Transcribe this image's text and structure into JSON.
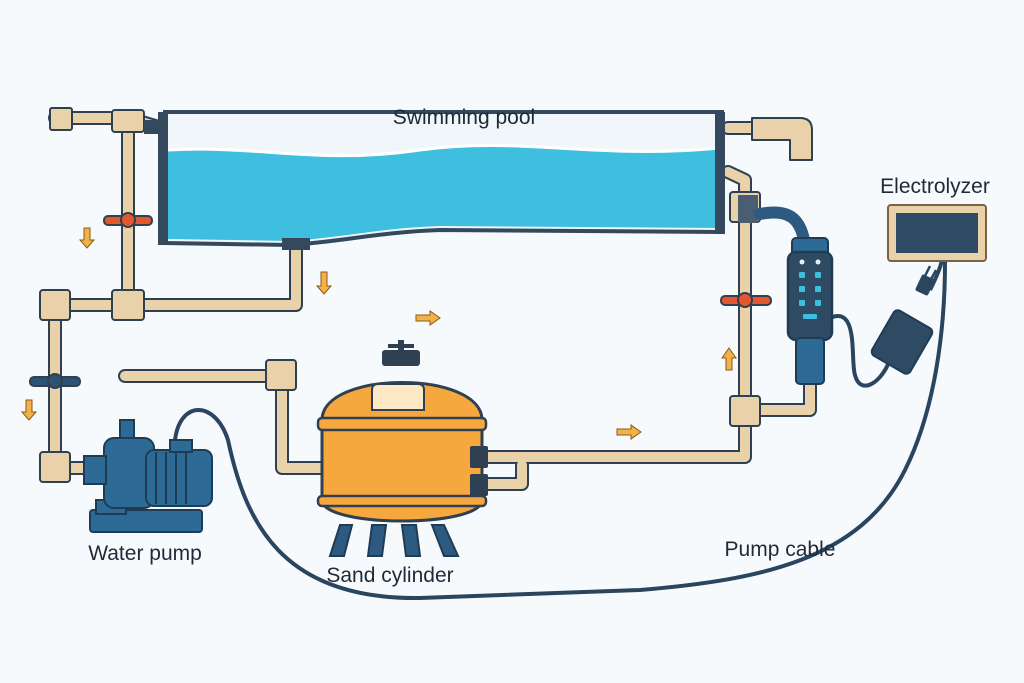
{
  "labels": {
    "pool": "Swimming pool",
    "electrolyzer": "Electrolyzer",
    "pump": "Water pump",
    "sand_cylinder": "Sand cylinder",
    "pump_cable": "Pump cable"
  },
  "colors": {
    "background": "#f7fafc",
    "pipe": "#e9d2aa",
    "pipe_outline": "#2f4052",
    "water": "#3fbfe0",
    "pool_frame": "#34495e",
    "pump_body": "#2d6a96",
    "sand_cylinder": "#f6a73e",
    "valve_handle": "#e2572b",
    "arrow": "#f3b14a",
    "electrolyzer_screen": "#2f4b63",
    "cable": "#2a4560"
  },
  "icons": [
    "pool-icon",
    "water-pump-icon",
    "sand-cylinder-icon",
    "electrolyzer-icon",
    "electrolysis-cell-icon",
    "valve-icon",
    "flow-arrow-icon",
    "plug-icon"
  ]
}
